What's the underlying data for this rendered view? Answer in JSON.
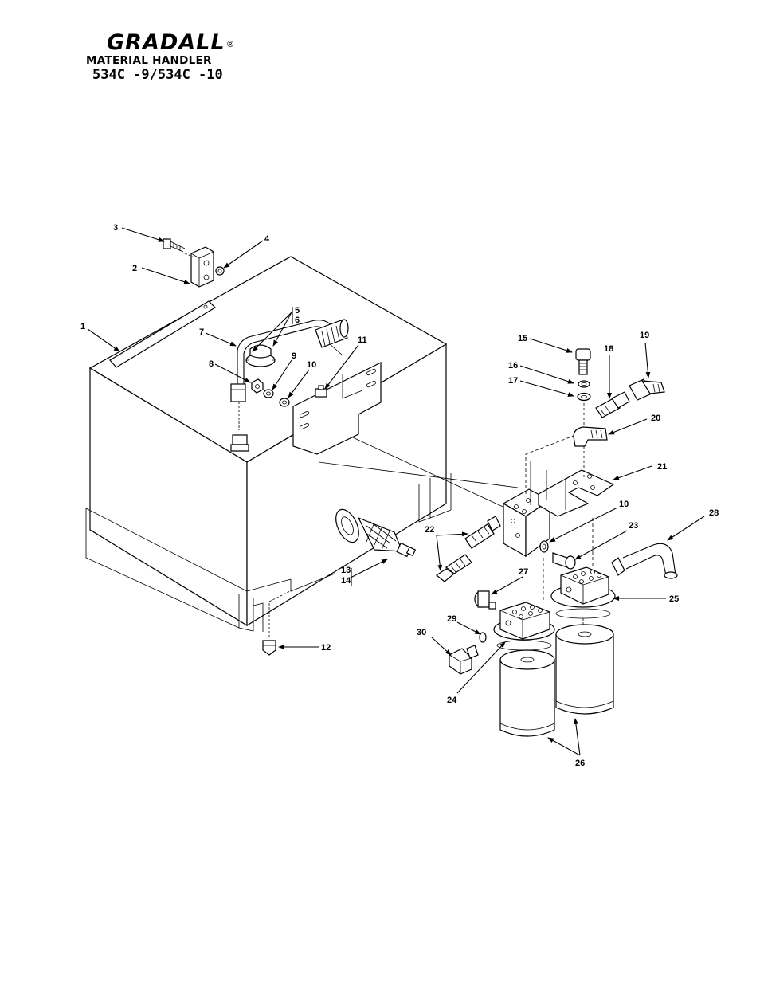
{
  "header": {
    "brand": "GRADALL",
    "registered": "®",
    "subtitle": "MATERIAL HANDLER",
    "model": "534C -9/534C -10"
  },
  "callouts": [
    {
      "id": "c1",
      "text": "1"
    },
    {
      "id": "c2",
      "text": "2"
    },
    {
      "id": "c3",
      "text": "3"
    },
    {
      "id": "c4",
      "text": "4"
    },
    {
      "id": "c5",
      "text": "5"
    },
    {
      "id": "c6",
      "text": "6"
    },
    {
      "id": "c7",
      "text": "7"
    },
    {
      "id": "c8",
      "text": "8"
    },
    {
      "id": "c9",
      "text": "9"
    },
    {
      "id": "c10a",
      "text": "10"
    },
    {
      "id": "c10b",
      "text": "10"
    },
    {
      "id": "c11",
      "text": "11"
    },
    {
      "id": "c12",
      "text": "12"
    },
    {
      "id": "c13",
      "text": "13"
    },
    {
      "id": "c14",
      "text": "14"
    },
    {
      "id": "c15",
      "text": "15"
    },
    {
      "id": "c16",
      "text": "16"
    },
    {
      "id": "c17",
      "text": "17"
    },
    {
      "id": "c18",
      "text": "18"
    },
    {
      "id": "c19",
      "text": "19"
    },
    {
      "id": "c20",
      "text": "20"
    },
    {
      "id": "c21",
      "text": "21"
    },
    {
      "id": "c22",
      "text": "22"
    },
    {
      "id": "c23",
      "text": "23"
    },
    {
      "id": "c24",
      "text": "24"
    },
    {
      "id": "c25",
      "text": "25"
    },
    {
      "id": "c26",
      "text": "26"
    },
    {
      "id": "c27",
      "text": "27"
    },
    {
      "id": "c28",
      "text": "28"
    },
    {
      "id": "c29",
      "text": "29"
    },
    {
      "id": "c30",
      "text": "30"
    }
  ]
}
